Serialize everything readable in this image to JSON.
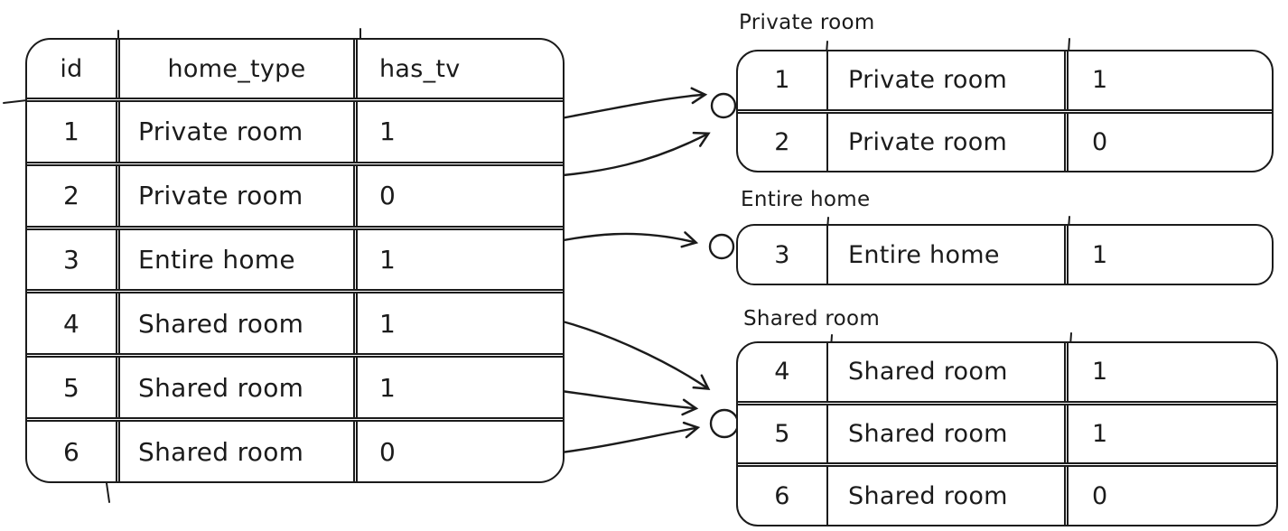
{
  "colors": {
    "ink": "#1b1b1b",
    "background": "#ffffff"
  },
  "main_table": {
    "columns": [
      "id",
      "home_type",
      "has_tv"
    ],
    "rows": [
      [
        "1",
        "Private room",
        "1"
      ],
      [
        "2",
        "Private room",
        "0"
      ],
      [
        "3",
        "Entire home",
        "1"
      ],
      [
        "4",
        "Shared room",
        "1"
      ],
      [
        "5",
        "Shared room",
        "1"
      ],
      [
        "6",
        "Shared room",
        "0"
      ]
    ]
  },
  "groups": [
    {
      "label": "Private room",
      "rows": [
        [
          "1",
          "Private room",
          "1"
        ],
        [
          "2",
          "Private room",
          "0"
        ]
      ]
    },
    {
      "label": "Entire home",
      "rows": [
        [
          "3",
          "Entire home",
          "1"
        ]
      ]
    },
    {
      "label": "Shared room",
      "rows": [
        [
          "4",
          "Shared room",
          "1"
        ],
        [
          "5",
          "Shared room",
          "1"
        ],
        [
          "6",
          "Shared room",
          "0"
        ]
      ]
    }
  ]
}
